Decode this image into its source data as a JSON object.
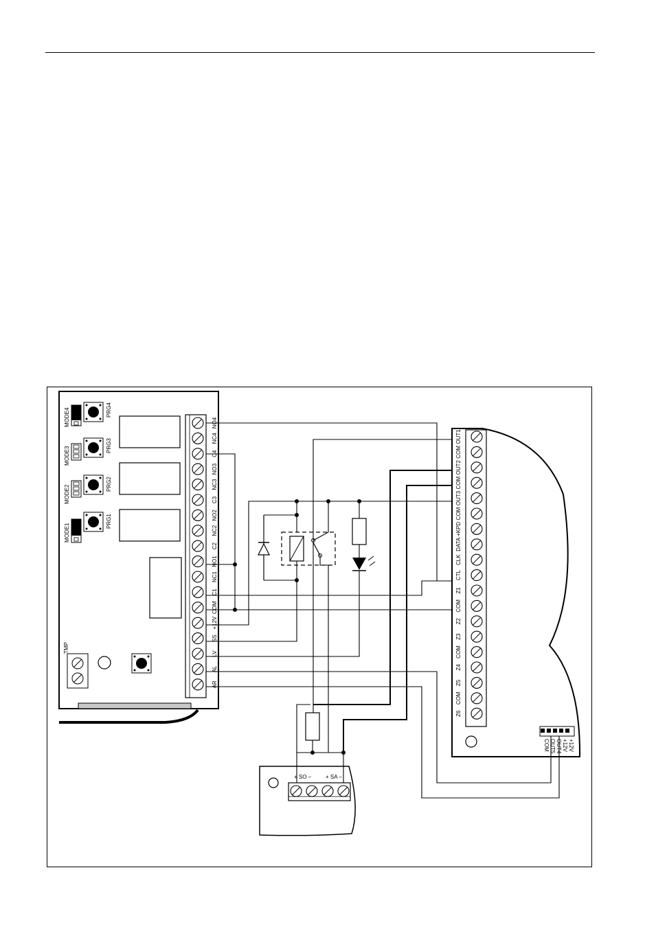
{
  "left_module": {
    "prg": [
      "PRG4",
      "PRG3",
      "PRG2",
      "PRG1"
    ],
    "mode": [
      "MODE4",
      "MODE3",
      "MODE2",
      "MODE1"
    ],
    "tamper": "TMP",
    "terminals": [
      "NO4",
      "NC4",
      "C4",
      "NO3",
      "NC3",
      "C3",
      "NO2",
      "NC2",
      "C2",
      "NO1",
      "NC1",
      "C1",
      "COM",
      "+12V",
      "SS",
      "LV",
      "AL",
      "AR"
    ]
  },
  "panel": {
    "terminals": [
      "OUT1",
      "COM",
      "OUT2",
      "COM",
      "OUT3",
      "COM",
      "+KPD",
      "DATA",
      "CLK",
      "CTL",
      "Z1",
      "COM",
      "Z2",
      "Z3",
      "COM",
      "Z4",
      "Z5",
      "COM",
      "Z6"
    ],
    "aux": [
      "+12V",
      "+12V",
      "OUT4",
      "OUT5",
      "COM"
    ]
  },
  "siren": {
    "so_label": "+ SO –",
    "sa_label": "+ SA –"
  },
  "colors": {
    "ink": "#000000",
    "paper": "#ffffff",
    "bar": "#c8c8c8"
  }
}
